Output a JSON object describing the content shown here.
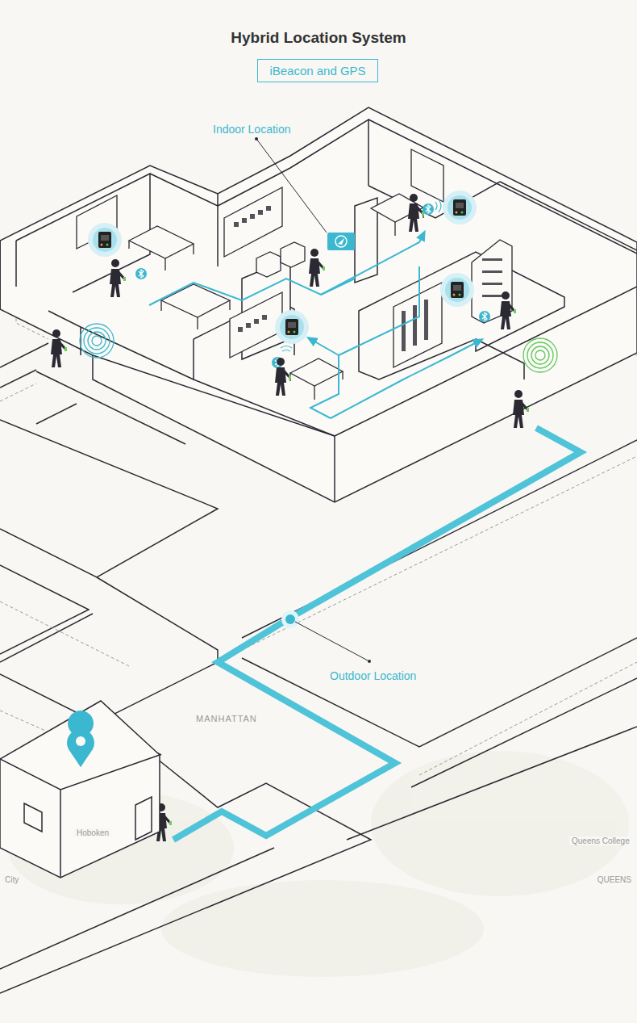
{
  "diagram": {
    "title": "Hybrid Location System",
    "nodes": [
      {
        "text": [
          "iBeacon and GPS"
        ]
      }
    ],
    "labels": [
      "Indoor Location",
      "Outdoor Location",
      "MANHATTAN",
      "Hoboken",
      "City",
      "Queens College",
      "QUEENS"
    ]
  }
}
